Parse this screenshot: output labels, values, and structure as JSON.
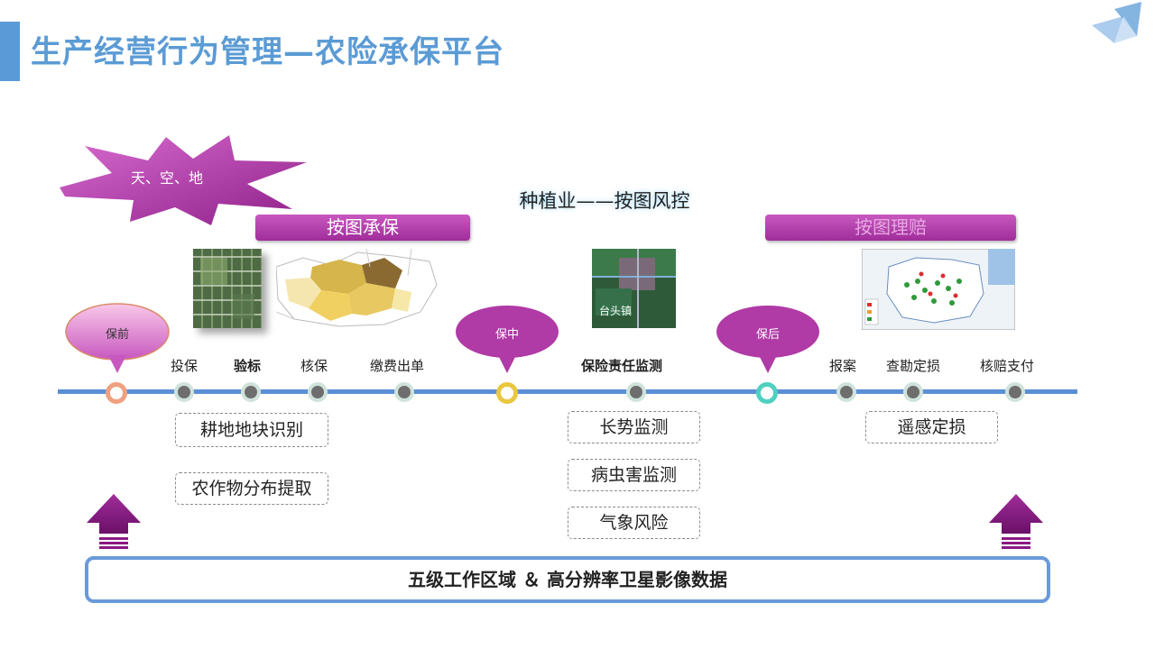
{
  "slide": {
    "title": "生产经营行为管理—农险承保平台",
    "subtitle": "种植业——按图风控",
    "starburst_label": "天、空、地",
    "banners": {
      "underwriting": "按图承保",
      "claims": "按图理赔"
    },
    "phases": {
      "pre": "保前",
      "mid": "保中",
      "post": "保后"
    },
    "steps": {
      "apply": "投保",
      "inspect": "验标",
      "approve": "核保",
      "pay": "缴费出单",
      "monitor": "保险责任监测",
      "report": "报案",
      "survey": "查勘定损",
      "settle": "核赔支付"
    },
    "boxes": {
      "plot_recognition": "耕地地块识别",
      "crop_extraction": "农作物分布提取",
      "growth": "长势监测",
      "pest": "病虫害监测",
      "weather": "气象风险",
      "remote_loss": "遥感定损"
    },
    "map_label": "台头镇",
    "bottom_bar": "五级工作区域 ＆ 高分辨率卫星影像数据",
    "colors": {
      "title_blue": "#5b9bd5",
      "magenta": "#b03aa6",
      "timeline": "#5b8fd5",
      "pre_dot": "#f0a080",
      "mid_dot": "#e8c840",
      "post_dot": "#4fd0c0"
    }
  }
}
